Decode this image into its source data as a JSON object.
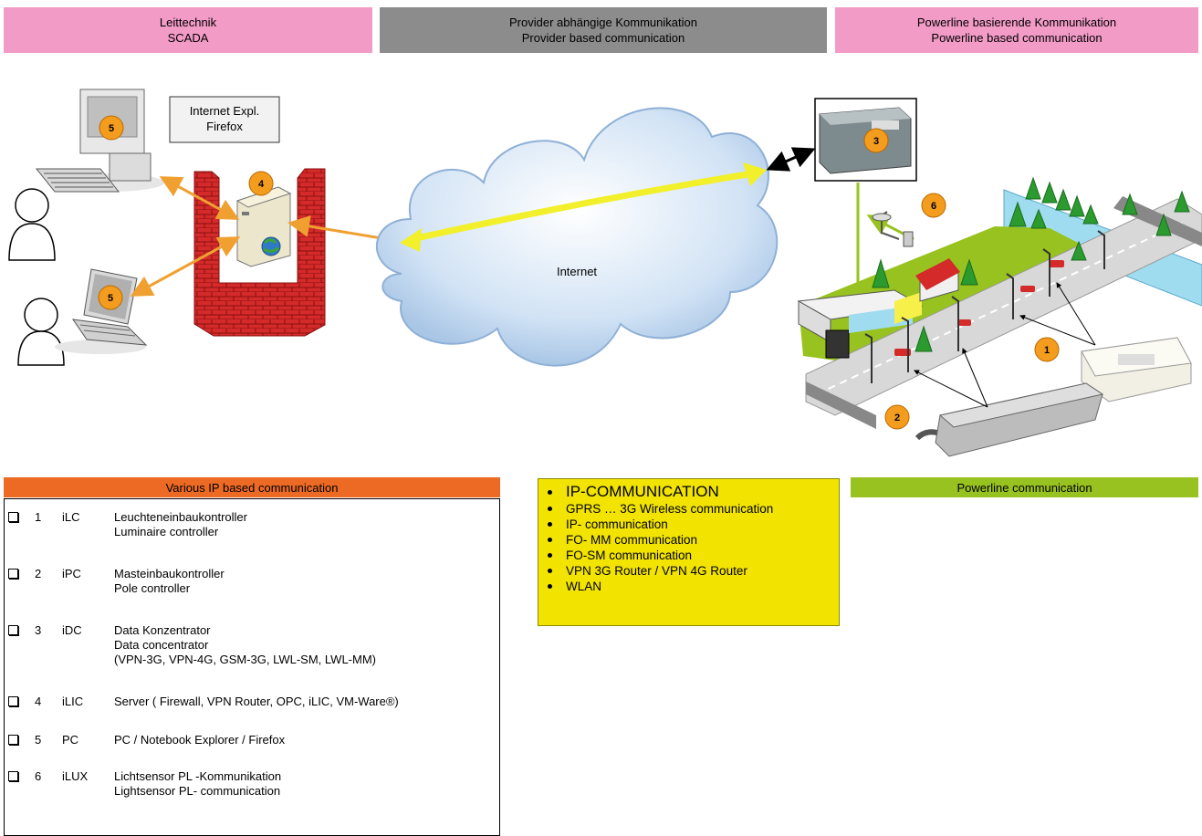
{
  "headers": {
    "scada": {
      "line1": "Leittechnik",
      "line2": "SCADA"
    },
    "provider": {
      "line1": "Provider abhängige Kommunikation",
      "line2": "Provider based communication"
    },
    "powerline": {
      "line1": "Powerline basierende Kommunikation",
      "line2": "Powerline based communication"
    }
  },
  "diagram": {
    "browser_box": {
      "line1": "Internet Expl.",
      "line2": "Firefox"
    },
    "cloud_label": "Internet",
    "badges": {
      "pc_top": "5",
      "pc_bottom": "5",
      "server": "4",
      "concentrator": "3",
      "lightsensor": "6",
      "luminaire": "1",
      "pole": "2"
    }
  },
  "sections": {
    "ip_title": "Various IP based communication",
    "powerline_title": "Powerline communication"
  },
  "legend": [
    {
      "num": "1",
      "code": "iLC",
      "lines": [
        "Leuchteneinbaukontroller",
        "Luminaire controller"
      ]
    },
    {
      "num": "2",
      "code": "iPC",
      "lines": [
        "Masteinbaukontroller",
        "Pole controller"
      ]
    },
    {
      "num": "3",
      "code": "iDC",
      "lines": [
        "Data Konzentrator",
        "Data concentrator",
        "(VPN-3G, VPN-4G, GSM-3G, LWL-SM, LWL-MM)"
      ]
    },
    {
      "num": "4",
      "code": "iLIC",
      "lines": [
        "Server ( Firewall, VPN Router, OPC, iLIC,  VM-Ware®)"
      ]
    },
    {
      "num": "5",
      "code": "PC",
      "lines": [
        "PC / Notebook Explorer / Firefox"
      ]
    },
    {
      "num": "6",
      "code": "iLUX",
      "lines": [
        "Lichtsensor PL -Kommunikation",
        "Lightsensor PL- communication"
      ]
    }
  ],
  "ip_box": {
    "title": "IP-COMMUNICATION",
    "items": [
      "GPRS … 3G Wireless communication",
      "IP- communication",
      "FO- MM communication",
      "FO-SM communication",
      "VPN 3G Router / VPN 4G Router",
      "WLAN"
    ]
  },
  "colors": {
    "header_pink": "#f29bc6",
    "header_gray": "#8c8c8c",
    "ip_bar": "#ec6a24",
    "powerline_bar": "#98c21f",
    "ip_box": "#f2e400",
    "badge": "#f39c1e",
    "firewall": "#d42a2a",
    "arrow_orange": "#f0a030",
    "arrow_yellow": "#f2f02a"
  }
}
